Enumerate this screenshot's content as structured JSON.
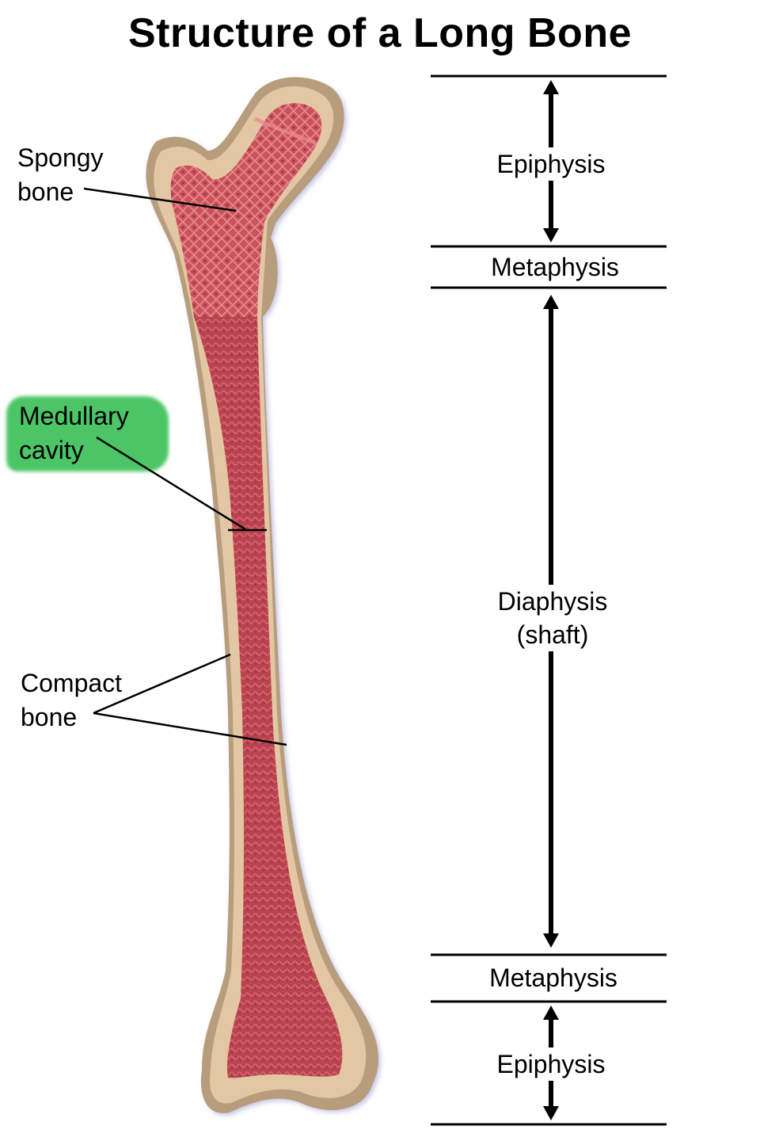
{
  "title": "Structure of a Long Bone",
  "left_labels": {
    "spongy_bone": "Spongy\nbone",
    "medullary_cavity": "Medullary\ncavity",
    "compact_bone": "Compact\nbone"
  },
  "zones": {
    "top_epiphysis": "Epiphysis",
    "top_metaphysis": "Metaphysis",
    "diaphysis": "Diaphysis\n(shaft)",
    "bottom_metaphysis": "Metaphysis",
    "bottom_epiphysis": "Epiphysis"
  },
  "colors": {
    "highlight": "#3cc15a",
    "marrow": "#c2505a",
    "compact": "#e2c4a0",
    "outer_bone": "#b59a78",
    "line": "#000000"
  }
}
